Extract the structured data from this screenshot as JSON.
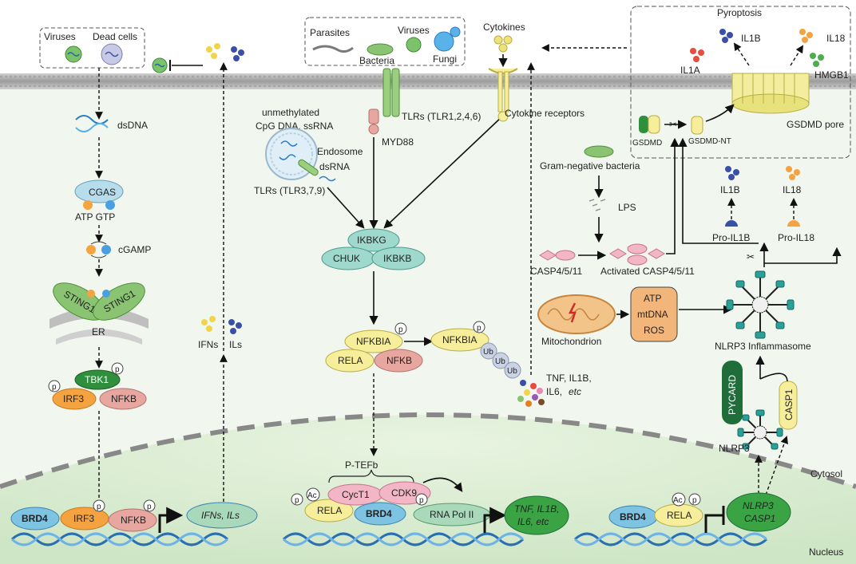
{
  "labels": {
    "viruses_a": "Viruses",
    "dead_cells": "Dead cells",
    "dsDNA": "dsDNA",
    "cgas": "CGAS",
    "atp_gtp": "ATP   GTP",
    "cgamp": "cGAMP",
    "sting1_left": "STING1",
    "sting1_right": "STING1",
    "er": "ER",
    "tbk1": "TBK1",
    "irf3": "IRF3",
    "nfkb_a": "NFKB",
    "ifns": "IFNs",
    "ils": "ILs",
    "parasites": "Parasites",
    "viruses_b": "Viruses",
    "bacteria": "Bacteria",
    "fungi": "Fungi",
    "unmethylated": "unmethylated",
    "cpg": "CpG DNA, ssRNA",
    "endosome": "Endosome",
    "dsrna": "dsRNA",
    "tlrs_379": "TLRs (TLR3,7,9)",
    "tlrs_1246": "TLRs (TLR1,2,4,6)",
    "myd88": "MYD88",
    "ikbkg": "IKBKG",
    "chuk": "CHUK",
    "ikbkb": "IKBKB",
    "nfkbia_a": "NFKBIA",
    "nfkbia_b": "NFKBIA",
    "rela_a": "RELA",
    "nfkb_b": "NFKB",
    "ub": "Ub",
    "tnf_label_1": "TNF, IL1B,",
    "tnf_label_2": "IL6,",
    "etc": "etc",
    "cytokines": "Cytokines",
    "cytokine_receptors": "Cytokine receptors",
    "pyroptosis": "Pyroptosis",
    "il1b_top": "IL1B",
    "il18_top": "IL18",
    "il1a": "IL1A",
    "hmgb1": "HMGB1",
    "gsdmd": "GSDMD",
    "gsdmd_nt": "GSDMD-NT",
    "gsdmd_pore": "GSDMD pore",
    "gram_neg": "Gram-negative bacteria",
    "lps": "LPS",
    "casp4511": "CASP4/5/11",
    "activated_casp": "Activated CASP4/5/11",
    "il1b_mid": "IL1B",
    "il18_mid": "IL18",
    "pro_il1b": "Pro-IL1B",
    "pro_il18": "Pro-IL18",
    "mitochondrion": "Mitochondrion",
    "atp": "ATP",
    "mtdna": "mtDNA",
    "ros": "ROS",
    "nlrp3_inflammasome": "NLRP3 Inflammasome",
    "pycard": "PYCARD",
    "casp1": "CASP1",
    "nlrp3": "NLRP3",
    "cytosol": "Cytosol",
    "nucleus": "Nucleus",
    "ptefb": "P-TEFb",
    "cyct1": "CycT1",
    "cdk9": "CDK9",
    "rela_b": "RELA",
    "brd4_a": "BRD4",
    "irf3_n": "IRF3",
    "nfkb_n": "NFKB",
    "ifns_ils_gene": "IFNs, ILs",
    "brd4_b": "BRD4",
    "rnapol": "RNA Pol II",
    "tnf_gene_1": "TNF, IL1B,",
    "tnf_gene_2": "IL6, etc",
    "brd4_c": "BRD4",
    "rela_c": "RELA",
    "nlrp3_gene": "NLRP3",
    "casp1_gene": "CASP1",
    "p": "p",
    "ac": "Ac"
  },
  "colors": {
    "membrane": "#b9b9b9",
    "cytosol": "#eef5ea",
    "nucleus": "#d4ebcc",
    "irf3": "#f4a340",
    "nfkb": "#e7a6a0",
    "brd4": "#7fc3e3",
    "rela": "#f6ee9a",
    "tbk1": "#2f8f3d",
    "sting": "#8ac472",
    "ikk": "#9fd8cc",
    "gene": "#69b36b",
    "nlrp3_gene": "#3aa445"
  }
}
